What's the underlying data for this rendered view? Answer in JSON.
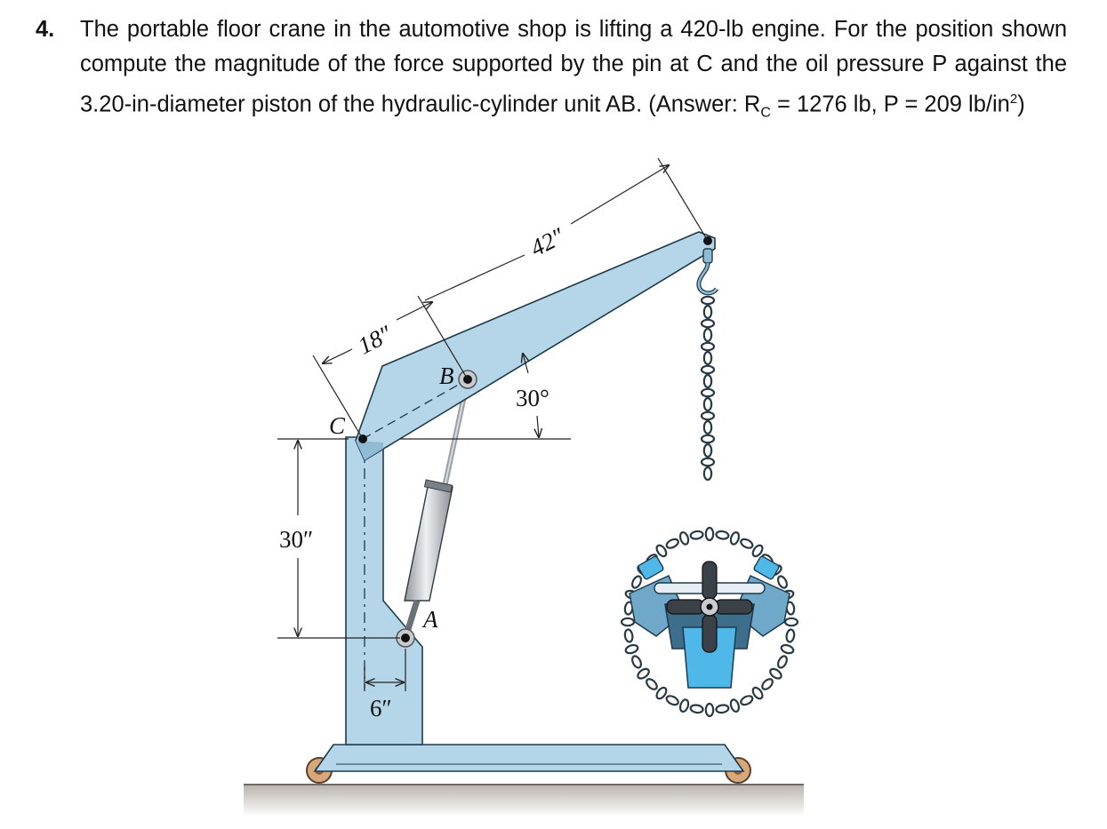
{
  "problem": {
    "number": "4.",
    "text_main": "The portable floor crane in the automotive shop is lifting a 420-lb engine. For the position shown compute the magnitude of the force supported by the pin at C and the oil pressure P against the 3.20-in-diameter piston of the hydraulic-cylinder unit AB.  (Answer: R",
    "answer_sub": "C",
    "text_mid": " = 1276 lb, P = 209 lb/in",
    "answer_sup": "2",
    "text_end": ")"
  },
  "figure": {
    "labels": {
      "point_c": "C",
      "point_b": "B",
      "point_a": "A",
      "dim_18": "18″",
      "dim_42": "42″",
      "angle_30": "30°",
      "dim_30": "30″",
      "dim_6": "6″"
    },
    "colors": {
      "frame_fill": "#b4d6e8",
      "frame_stroke": "#1e3a4a",
      "cylinder": "#c4c8cc",
      "piston_rod": "#9aa0a6",
      "chain": "#2a3a44",
      "engine_blue": "#6fa8c8",
      "engine_dark": "#3d6e8c",
      "engine_light": "#4fb8e8",
      "wheel": "#d9a878",
      "floor": "#d6d2ce"
    },
    "icons": [
      "hook-icon",
      "chain-icon",
      "engine-icon",
      "wheel-icon"
    ]
  }
}
